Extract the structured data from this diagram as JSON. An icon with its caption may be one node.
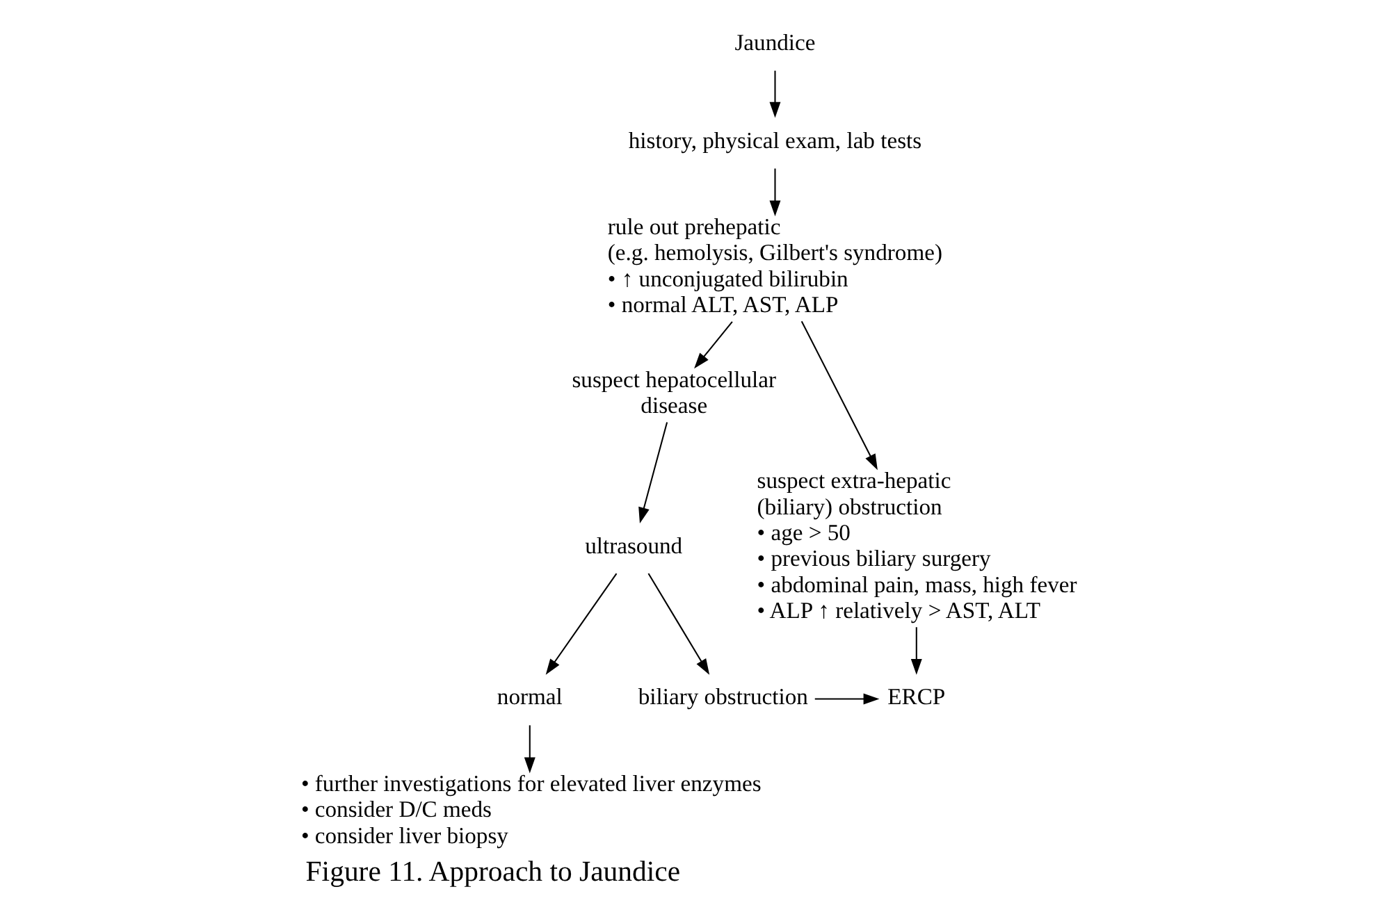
{
  "diagram": {
    "caption": "Figure 11. Approach to Jaundice",
    "nodes": [
      {
        "text": [
          "Jaundice"
        ]
      },
      {
        "text": [
          "history, physical exam, lab tests"
        ]
      },
      {
        "text": [
          "rule out prehepatic",
          "(e.g. hemolysis, Gilbert's syndrome)",
          "• ↑ unconjugated bilirubin",
          "• normal ALT, AST, ALP"
        ]
      },
      {
        "text": [
          "suspect hepatocellular disease"
        ]
      },
      {
        "text": [
          "suspect extra-hepatic (biliary) obstruction",
          "• age > 50",
          "• previous biliary surgery",
          "• abdominal pain, mass, high fever",
          "• ALP ↑ relatively > AST, ALT"
        ]
      },
      {
        "text": [
          "ultrasound"
        ]
      },
      {
        "text": [
          "normal"
        ]
      },
      {
        "text": [
          "biliary obstruction"
        ]
      },
      {
        "text": [
          "ERCP"
        ]
      },
      {
        "text": [
          "• further investigations for elevated liver enzymes",
          "• consider D/C meds",
          "• consider liver biopsy"
        ]
      }
    ],
    "edges": [
      {
        "from": 0,
        "to": 1,
        "arrow": "to"
      },
      {
        "from": 1,
        "to": 2,
        "arrow": "to"
      },
      {
        "from": 2,
        "to": 3,
        "arrow": "to"
      },
      {
        "from": 2,
        "to": 4,
        "arrow": "to"
      },
      {
        "from": 3,
        "to": 5,
        "arrow": "to"
      },
      {
        "from": 5,
        "to": 6,
        "arrow": "to"
      },
      {
        "from": 5,
        "to": 7,
        "arrow": "to"
      },
      {
        "from": 7,
        "to": 8,
        "arrow": "to"
      },
      {
        "from": 4,
        "to": 8,
        "arrow": "to"
      },
      {
        "from": 6,
        "to": 9,
        "arrow": "to"
      }
    ]
  }
}
